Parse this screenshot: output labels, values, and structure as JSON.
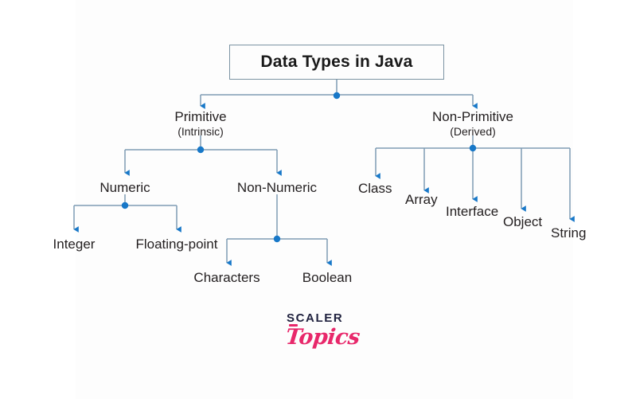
{
  "meta": {
    "canvas_bg": "#fdfdfd",
    "page_bg": "#ffffff",
    "line_color": "#7e9cb4",
    "accent_color": "#1878c8",
    "box_border_color": "#7b93a3",
    "text_color": "#231f20"
  },
  "diagram": {
    "type": "tree",
    "title": "Data Types in Java",
    "nodes": {
      "root": {
        "label": "Data Types in Java"
      },
      "primitive": {
        "label": "Primitive",
        "sub": "(Intrinsic)"
      },
      "non_primitive": {
        "label": "Non-Primitive",
        "sub": "(Derived)"
      },
      "numeric": {
        "label": "Numeric"
      },
      "non_numeric": {
        "label": "Non-Numeric"
      },
      "integer": {
        "label": "Integer"
      },
      "floating_point": {
        "label": "Floating-point"
      },
      "characters": {
        "label": "Characters"
      },
      "boolean": {
        "label": "Boolean"
      },
      "class": {
        "label": "Class"
      },
      "array": {
        "label": "Array"
      },
      "interface": {
        "label": "Interface"
      },
      "object": {
        "label": "Object"
      },
      "string": {
        "label": "String"
      }
    }
  },
  "logo": {
    "primary": "SCALER",
    "secondary": "Topics",
    "primary_color": "#20223f",
    "secondary_color": "#e8286b"
  }
}
